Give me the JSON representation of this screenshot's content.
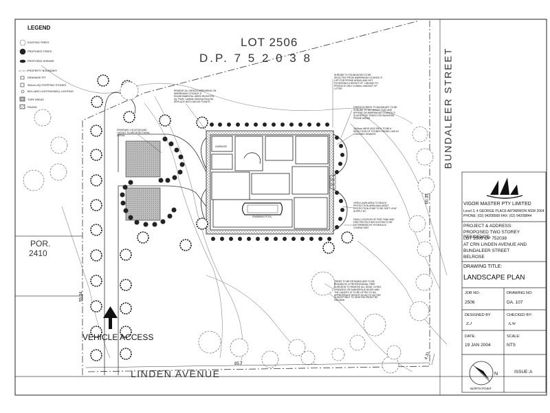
{
  "legend": {
    "title": "LEGEND",
    "items": [
      "EXISTING TREES",
      "PROPOSED TREES",
      "PROPOSED SHRUBS",
      "PROPERTY BOUNDARY",
      "DRAINAGE PIT",
      "300mm SQ STEPPING STONES",
      "BOLLARD LIGHTING/WALL LIGHTING",
      "TURF AREAS",
      "PAVING"
    ]
  },
  "site": {
    "lot_label": "LOT 2506",
    "dp_label": "D.P. 7 5 2 0 3 8",
    "street_east": "BUNDALEER    STREET",
    "street_south": "LINDEN    AVENUE",
    "por_label": "POR.",
    "por_number": "2410",
    "vehicle_access": "VEHICLE ACCESS",
    "dim_south": "85.7",
    "dim_east": "60.35",
    "dim_west": "55.34",
    "dim_corner": "4.31"
  },
  "notes": {
    "note_top_left": "REMOVE ALL WEEDS APPEARING ON WARRINGAH COUNCIL'S ENVIRONMENTAL WEED REGISTER eg. Privet, Lantana, Morning Glory etc. REPLACE WITH NATIVE PLANTS",
    "note_driveway": "DRIVEWAY LOCATION AND LAYOUT TO ARCHITECTURAL DETAIL",
    "note_top_right": "SHRUBS TO FOUNDATION TO BE SELECTED FROM WARRINGAH COUNCIL'S LIST FOR PRONE AREAS AND NOT EXCEEDING A HEIGHT OF 1.5M AND TO PRODUCE ONLY A SMALL AMOUNT OF LITTER",
    "note_right_1": "GREEN SCREEN TO BOUNDARY TO BE SHRUBS TO 3M HEIGHT THAT ARE APPEAR ON WARRINGAH COUNCIL'S SUGGESTED TREES FOR BUSHFIRE PRONE AREAS",
    "note_right_2": "1000mm WIDE SIDE PATH TO BE A SELECTION OF STONES PAVING LAID IN CRUSHED GRANITE",
    "note_right_3": "OPEN LAWN AREA TO REACH PROTECTION AREA AND ASSET PROTECTION ZONE TO BE SOFT LEAF SUPPLY BY",
    "note_right_4": "FINAL LOCATION OF FIRE TANK AND FIRE PROTECTION SYSTEM TO BE DETERMINED BY HYDRAULIC CONSULTANT",
    "note_trees": "TREES TO BE RETAINED ARE TO BE PRUNED BY A PROFESSIONAL TREE SURGEON TO REMOVE ALL DEAD, DYING, DISEASED OR DANGEROUS WOOD AND THE CANOPY IS TO BE LIFTED TO AN APPROPRIATE HEIGHT SO AS TO NOT BE SUSCEPTIBLE TO IGNITION FROM THE GROUND"
  },
  "house": {
    "garage_label": "GARAGE",
    "pool_label": "SWIMMING POOL"
  },
  "titleblock": {
    "company": "VIGOR MASTER PTY LIMITED",
    "address": "Level 3, 4 GEORGE PLACE    ARTARMON NSW 2064",
    "phone": "PHONE: (02) 94208568    FAX: (02) 94208844",
    "project_heading": "PROJECT & ADDRESS:",
    "project_1": "PROPOSED TWO STOREY RESIDENCE",
    "project_2": "LOT 2506 DP 752038",
    "project_3": "AT CRN LINDEN AVENUE AND",
    "project_4": "BUNDALEER STREET",
    "project_5": "BELROSE",
    "drawing_title_heading": "DRAWING TITLE:",
    "drawing_title": "LANDSCAPE PLAN",
    "job_no_label": "JOB NO:",
    "job_no": "2506",
    "drawing_no_label": "DRAWING NO:",
    "drawing_no": "DA. 107",
    "designed_by_label": "DESIGNED BY",
    "designed_by": "Z.J",
    "checked_by_label": "CHECKED BY:",
    "checked_by": "A.W",
    "date_label": "DATE:",
    "date": "19 JAN 2004",
    "scale_label": "SCALE:",
    "scale": "NTS",
    "north_label": "NORTH POINT",
    "north_letter": "N",
    "issue_label": "ISSUE:",
    "issue": "A"
  }
}
